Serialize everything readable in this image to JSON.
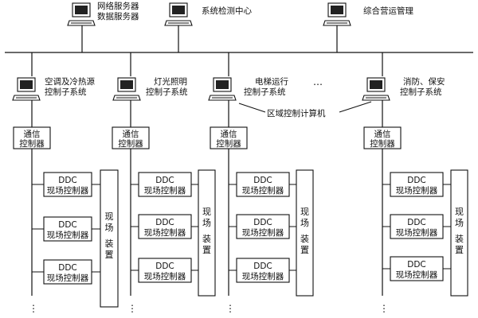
{
  "top_nodes": [
    {
      "label_lines": [
        "网络服务器",
        "数据服务器"
      ]
    },
    {
      "label_lines": [
        "系统检测中心"
      ]
    },
    {
      "label_lines": [
        "综合营运管理"
      ]
    }
  ],
  "subsystems": [
    {
      "label_lines": [
        "空调及冷热源",
        "控制子系统"
      ]
    },
    {
      "label_lines": [
        "灯光照明",
        "控制子系统"
      ]
    },
    {
      "label_lines": [
        "电梯运行",
        "控制子系统"
      ]
    },
    {
      "label_lines": [
        "消防、保安",
        "控制子系统"
      ]
    }
  ],
  "ellipsis": "…",
  "area_computer_label": "区域控制计算机",
  "comm_controller": [
    "通信",
    "控制器"
  ],
  "ddc": [
    "DDC",
    "现场控制器"
  ],
  "field_device": [
    "现",
    "场",
    "装",
    "置"
  ],
  "column_dots": "⋮",
  "icons": {
    "computer": "computer-icon"
  }
}
